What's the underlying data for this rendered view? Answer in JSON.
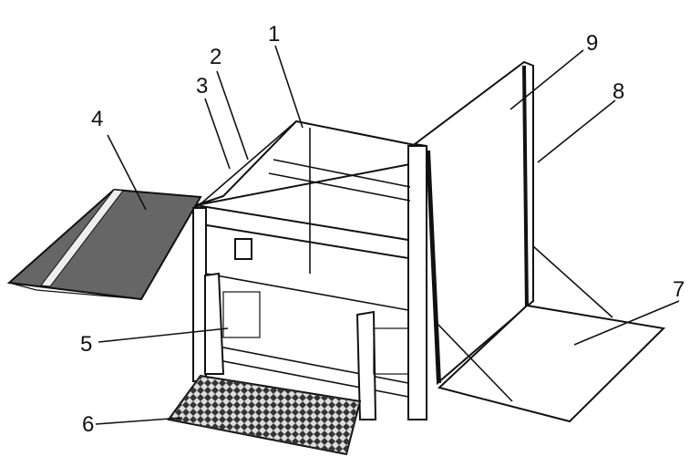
{
  "diagram": {
    "callouts": [
      "1",
      "2",
      "3",
      "4",
      "5",
      "6",
      "7",
      "8",
      "9"
    ],
    "colors": {
      "line": "#111111",
      "ramp": "#666666",
      "background": "#ffffff"
    }
  }
}
